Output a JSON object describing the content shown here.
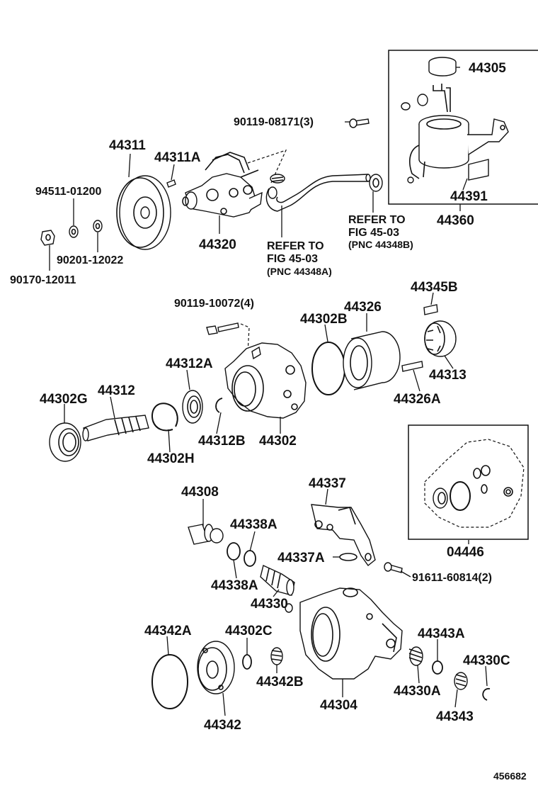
{
  "diagram_id": "456682",
  "labels": {
    "p44305": "44305",
    "p44391": "44391",
    "p44360": "44360",
    "p90119_08171": "90119-08171(3)",
    "p44311": "44311",
    "p44311A": "44311A",
    "p94511_01200": "94511-01200",
    "p90201_12022": "90201-12022",
    "p90170_12011": "90170-12011",
    "p44320": "44320",
    "refer1_l1": "REFER TO",
    "refer1_l2": "FIG 45-03",
    "refer1_l3": "(PNC 44348A)",
    "refer2_l1": "REFER TO",
    "refer2_l2": "FIG 45-03",
    "refer2_l3": "(PNC 44348B)",
    "p90119_10072": "90119-10072(4)",
    "p44302B": "44302B",
    "p44326": "44326",
    "p44345B": "44345B",
    "p44312A": "44312A",
    "p44313": "44313",
    "p44302G": "44302G",
    "p44312": "44312",
    "p44326A": "44326A",
    "p44312B": "44312B",
    "p44302": "44302",
    "p44302H": "44302H",
    "p44308": "44308",
    "p44337": "44337",
    "p44338A_top": "44338A",
    "p44337A": "44337A",
    "p44338A_bottom": "44338A",
    "p91611_60814": "91611-60814(2)",
    "p04446": "04446",
    "p44330": "44330",
    "p44342A": "44342A",
    "p44302C": "44302C",
    "p44343A": "44343A",
    "p44330C": "44330C",
    "p44342B": "44342B",
    "p44304": "44304",
    "p44330A": "44330A",
    "p44343": "44343",
    "p44342": "44342"
  }
}
